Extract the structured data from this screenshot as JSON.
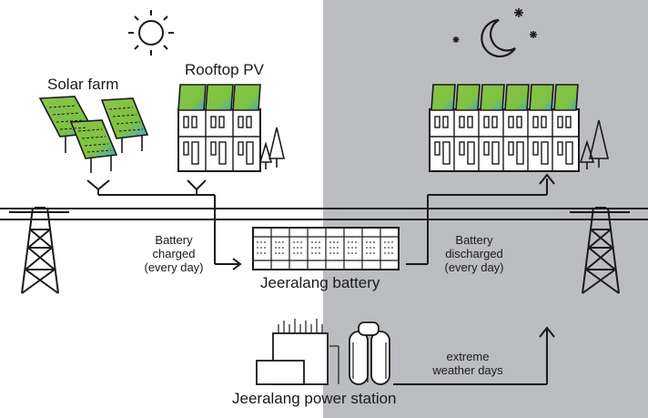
{
  "labels": {
    "solar_farm": "Solar farm",
    "rooftop_pv": "Rooftop PV",
    "battery_charged_line1": "Battery",
    "battery_charged_line2": "charged",
    "battery_charged_line3": "(every day)",
    "battery_discharged_line1": "Battery",
    "battery_discharged_line2": "discharged",
    "battery_discharged_line3": "(every day)",
    "jeeralang_battery": "Jeeralang battery",
    "extreme_line1": "extreme",
    "extreme_line2": "weather days",
    "jeeralang_power_station": "Jeeralang power station"
  },
  "icons": [
    "sun-icon",
    "moon-icon",
    "star-icon",
    "solar-panel-icon",
    "house-icon",
    "tree-icon",
    "transmission-tower-icon",
    "battery-icon",
    "power-station-icon",
    "arrow-icon"
  ],
  "colors": {
    "night_background": "#bcbdc0",
    "panel_green": "#7dc242",
    "panel_blue": "#4aa3c9",
    "line": "#1a1a1a"
  }
}
